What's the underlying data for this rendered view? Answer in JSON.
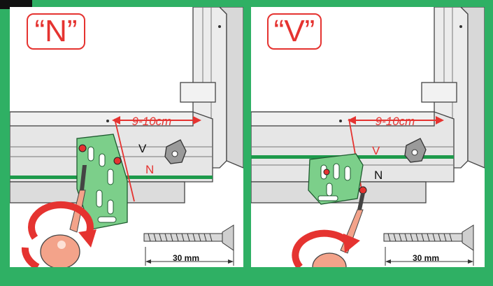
{
  "panels": [
    {
      "mode_label": "“N”",
      "dimension": "9-10cm",
      "upper_letter": "V",
      "lower_letter": "N",
      "screw_length": "30 mm"
    },
    {
      "mode_label": "“V”",
      "dimension": "9-10cm",
      "upper_letter": "V",
      "lower_letter": "N",
      "screw_length": "30 mm"
    }
  ],
  "colors": {
    "background": "#2fb064",
    "accent_red": "#e53330",
    "bracket_green": "#7ccf8a",
    "frame_grey": "#e6e6e6"
  }
}
